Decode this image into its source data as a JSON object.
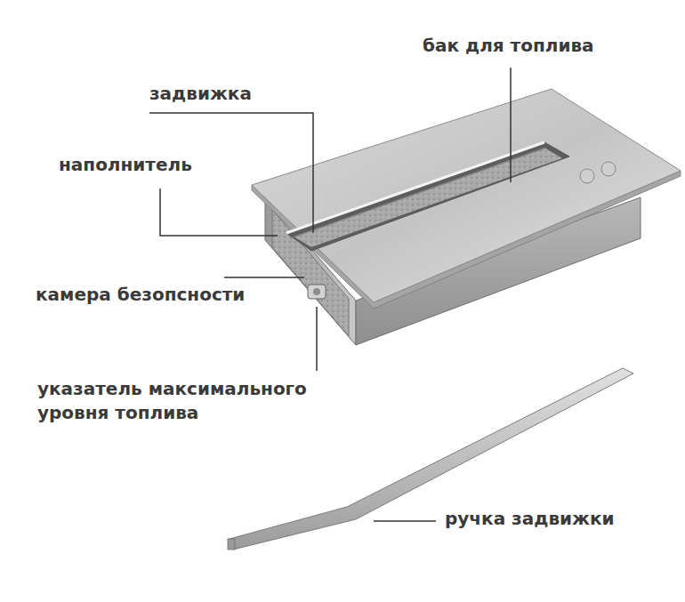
{
  "diagram": {
    "labels": [
      "бак для топлива",
      "задвижка",
      "наполнитель",
      "камера безопсности",
      "указатель максимального уровня топлива",
      "ручка задвижки"
    ]
  }
}
